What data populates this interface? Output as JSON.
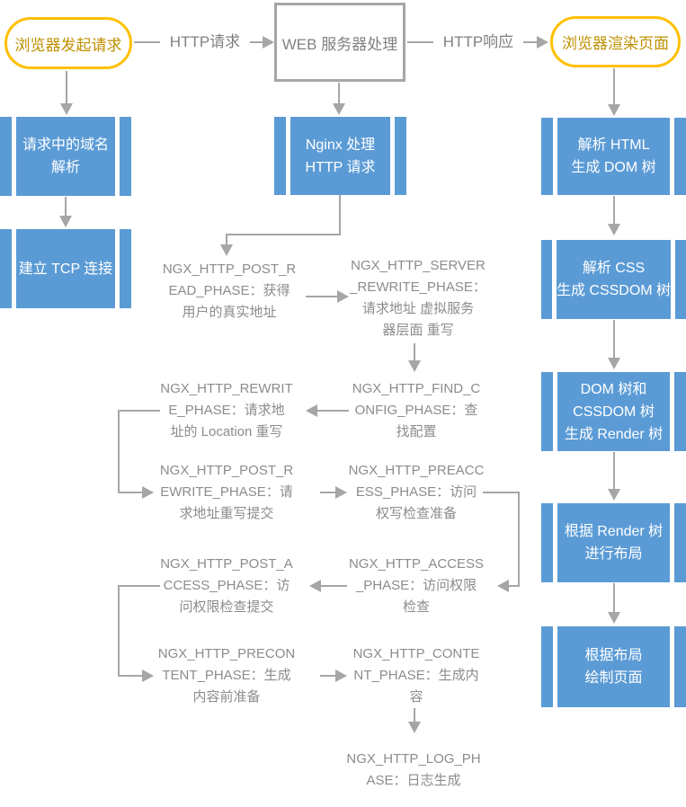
{
  "colors": {
    "box_blue": "#5B9BD5",
    "accent_yellow": "#FFC000",
    "yellow_text": "#BF9000",
    "line_gray": "#A6A6A6",
    "phase_text_gray": "#8C8C8C"
  },
  "top_row": {
    "browser_request": "浏览器发起请求",
    "web_server": "WEB 服务器处理",
    "browser_render": "浏览器渲染页面",
    "http_request_label": "HTTP请求",
    "http_response_label": "HTTP响应"
  },
  "client_steps": {
    "dns": {
      "lines": [
        "请求中的域名",
        "解析"
      ]
    },
    "tcp": {
      "lines": [
        "建立 TCP 连接"
      ]
    }
  },
  "nginx_box": {
    "lines": [
      "Nginx 处理",
      "HTTP 请求"
    ]
  },
  "render_steps": {
    "parse_html": {
      "lines": [
        "解析 HTML",
        "生成 DOM 树"
      ]
    },
    "parse_css": {
      "lines": [
        "解析 CSS",
        "生成 CSSDOM 树"
      ]
    },
    "render_tree": {
      "lines": [
        "DOM 树和",
        "CSSDOM 树",
        "生成 Render 树"
      ]
    },
    "layout": {
      "lines": [
        "根据 Render 树",
        "进行布局"
      ]
    },
    "paint": {
      "lines": [
        "根据布局",
        "绘制页面"
      ]
    }
  },
  "nginx_phases": {
    "post_read": {
      "lines": [
        "NGX_HTTP_POST_R",
        "EAD_PHASE：获得",
        "用户的真实地址"
      ]
    },
    "server_rewrite": {
      "lines": [
        "NGX_HTTP_SERVER",
        "_REWRITE_PHASE：",
        "请求地址 虚拟服务",
        "器层面 重写"
      ]
    },
    "rewrite": {
      "lines": [
        "NGX_HTTP_REWRIT",
        "E_PHASE：请求地",
        "址的 Location 重写"
      ]
    },
    "find_config": {
      "lines": [
        "NGX_HTTP_FIND_C",
        "ONFIG_PHASE：查",
        "找配置"
      ]
    },
    "post_rewrite": {
      "lines": [
        "NGX_HTTP_POST_R",
        "EWRITE_PHASE：请",
        "求地址重写提交"
      ]
    },
    "preaccess": {
      "lines": [
        "NGX_HTTP_PREACC",
        "ESS_PHASE：访问",
        "权写检查准备"
      ]
    },
    "post_access": {
      "lines": [
        "NGX_HTTP_POST_A",
        "CCESS_PHASE：访",
        "问权限检查提交"
      ]
    },
    "access": {
      "lines": [
        "NGX_HTTP_ACCESS",
        "_PHASE：访问权限",
        "检查"
      ]
    },
    "precontent": {
      "lines": [
        "NGX_HTTP_PRECON",
        "TENT_PHASE：生成",
        "内容前准备"
      ]
    },
    "content": {
      "lines": [
        "NGX_HTTP_CONTE",
        "NT_PHASE：生成内",
        "容"
      ]
    },
    "log": {
      "lines": [
        "NGX_HTTP_LOG_PH",
        "ASE：日志生成"
      ]
    }
  }
}
